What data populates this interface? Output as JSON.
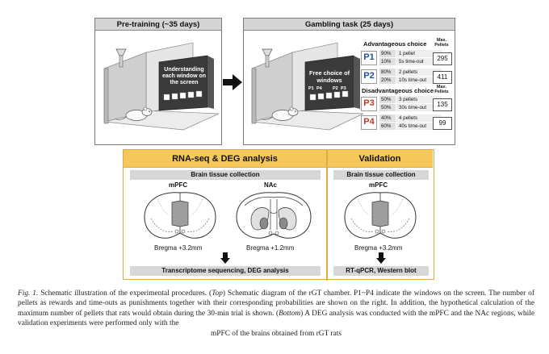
{
  "pretraining": {
    "title": "Pre-training (~35 days)",
    "screen_text": "Understanding each window on the screen"
  },
  "gambling": {
    "title": "Gambling task (25 days)",
    "screen_text": "Free choice of windows",
    "window_labels": [
      "P1",
      "P4",
      "P2",
      "P3"
    ],
    "advantageous_label": "Advantageous choice",
    "disadvantageous_label": "Disadvantageous choice",
    "max_pellets_label": "Max. Pellets",
    "options": [
      {
        "id": "P1",
        "type": "adv",
        "win_pct": "90%",
        "win_text": "1 pellet",
        "loss_pct": "10%",
        "loss_text": "5s time-out",
        "max": "295"
      },
      {
        "id": "P2",
        "type": "adv",
        "win_pct": "80%",
        "win_text": "2 pellets",
        "loss_pct": "20%",
        "loss_text": "10s time-out",
        "max": "411"
      },
      {
        "id": "P3",
        "type": "dis",
        "win_pct": "50%",
        "win_text": "3 pellets",
        "loss_pct": "50%",
        "loss_text": "30s time-out",
        "max": "135"
      },
      {
        "id": "P4",
        "type": "dis",
        "win_pct": "40%",
        "win_text": "4 pellets",
        "loss_pct": "60%",
        "loss_text": "40s time-out",
        "max": "99"
      }
    ]
  },
  "rnaseq": {
    "title": "RNA-seq & DEG analysis",
    "collection": "Brain tissue collection",
    "region1": "mPFC",
    "region2": "NAc",
    "bregma1": "Bregma +3.2mm",
    "bregma2": "Bregma +1.2mm",
    "result": "Transcriptome sequencing, DEG analysis"
  },
  "validation": {
    "title": "Validation",
    "collection": "Brain tissue collection",
    "region": "mPFC",
    "bregma": "Bregma +3.2mm",
    "result": "RT-qPCR, Western blot"
  },
  "caption": {
    "label": "Fig. 1.",
    "text1": " Schematic illustration of the experimental procedures. (",
    "top": "Top",
    "text2": ") Schematic diagram of the rGT chamber. P1~P4 indicate the windows on the screen. The number of pellets as rewards and time-outs as punishments together with their corresponding probabilities are shown on the right. In addition, the hypothetical calculation of the maximum number of pellets that rats would obtain during the 30-min trial is shown. (",
    "bottom": "Bottom",
    "text3": ") A DEG analysis was conducted with the mPFC and the NAc regions, while validation experiments were performed only with the",
    "text4": "mPFC of the brains obtained from rGT rats"
  },
  "colors": {
    "advantageous": "#1f4e9c",
    "disadvantageous": "#c0392b",
    "header_yellow": "#f6c75a",
    "border_orange": "#e0a94a"
  }
}
